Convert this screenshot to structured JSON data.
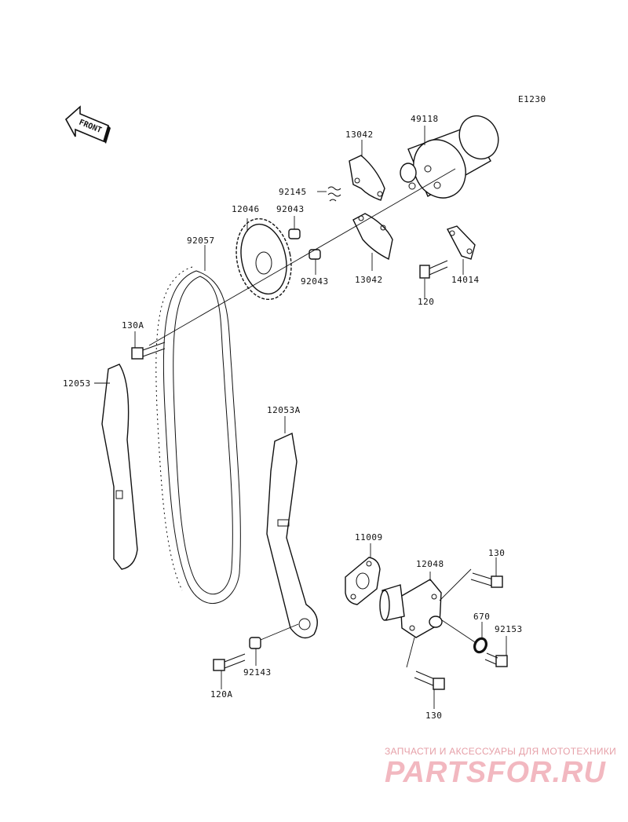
{
  "diagram_code": "E1230",
  "front_label": "FRONT",
  "parts": {
    "p49118": "49118",
    "p13042_top": "13042",
    "p92145": "92145",
    "p12046": "12046",
    "p92043_top": "92043",
    "p92057": "92057",
    "p92043_bottom": "92043",
    "p13042_bottom": "13042",
    "p14014": "14014",
    "p120": "120",
    "p130A": "130A",
    "p12053": "12053",
    "p12053A": "12053A",
    "p11009": "11009",
    "p12048": "12048",
    "p130_top": "130",
    "p670": "670",
    "p92153": "92153",
    "p92143": "92143",
    "p120A": "120A",
    "p130_bottom": "130"
  },
  "watermark": {
    "caption": "ЗАПЧАСТИ И АКСЕССУАРЫ ДЛЯ МОТОТЕХНИКИ",
    "brand": "PARTSFOR.RU"
  }
}
